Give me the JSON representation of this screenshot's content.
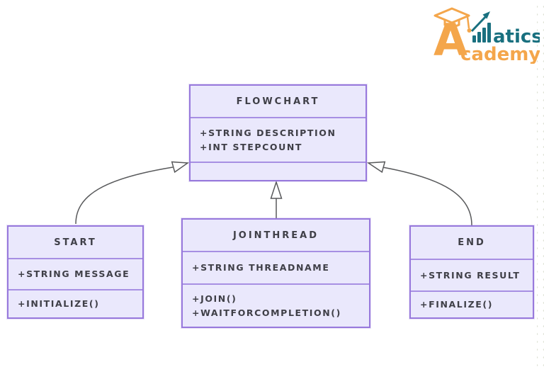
{
  "logo": {
    "letter": "A",
    "word_top": "atics",
    "word_bottom": "cademy",
    "orange": "#F4A64B",
    "teal": "#19707F"
  },
  "diagram": {
    "colors": {
      "box_fill": "#EAE8FC",
      "box_border": "#9879DC",
      "divider": "#A78FE3",
      "text": "#3F3F47",
      "line": "#58595B"
    },
    "classes": [
      {
        "title": "FLOWCHART",
        "attributes": [
          "+STRING DESCRIPTION",
          "+INT STEPCOUNT"
        ],
        "methods": []
      },
      {
        "title": "START",
        "attributes": [
          "+STRING MESSAGE"
        ],
        "methods": [
          "+INITIALIZE()"
        ]
      },
      {
        "title": "JOINTHREAD",
        "attributes": [
          "+STRING THREADNAME"
        ],
        "methods": [
          "+JOIN()",
          "+WAITFORCOMPLETION()"
        ]
      },
      {
        "title": "END",
        "attributes": [
          "+STRING RESULT"
        ],
        "methods": [
          "+FINALIZE()"
        ]
      }
    ],
    "relationships": [
      {
        "from": "START",
        "to": "FLOWCHART",
        "type": "inheritance"
      },
      {
        "from": "JOINTHREAD",
        "to": "FLOWCHART",
        "type": "inheritance"
      },
      {
        "from": "END",
        "to": "FLOWCHART",
        "type": "inheritance"
      }
    ]
  }
}
